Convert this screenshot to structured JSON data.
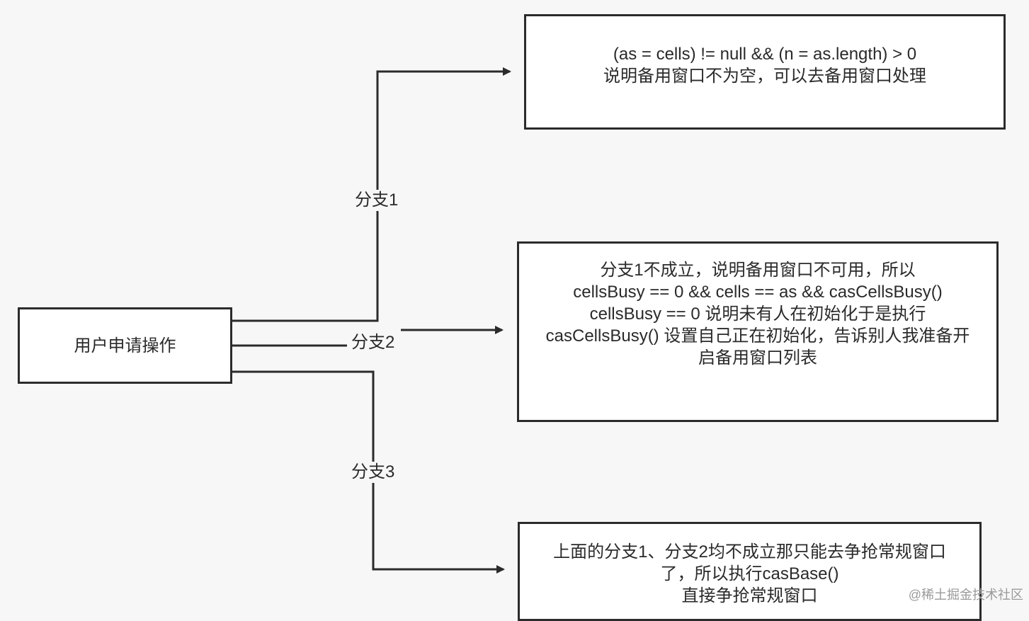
{
  "diagram": {
    "start_node": {
      "label": "用户申请操作"
    },
    "branches": [
      {
        "label": "分支1",
        "target_lines": [
          "(as = cells) != null && (n = as.length) > 0",
          "说明备用窗口不为空，可以去备用窗口处理"
        ]
      },
      {
        "label": "分支2",
        "target_lines": [
          "分支1不成立，说明备用窗口不可用，所以",
          "cellsBusy == 0 && cells == as && casCellsBusy()",
          "cellsBusy == 0 说明未有人在初始化于是执行",
          "casCellsBusy() 设置自己正在初始化，告诉别人我准备开",
          "启备用窗口列表"
        ]
      },
      {
        "label": "分支3",
        "target_lines": [
          "上面的分支1、分支2均不成立那只能去争抢常规窗口",
          "了，所以执行casBase()",
          "直接争抢常规窗口"
        ]
      }
    ]
  },
  "watermark": "@稀土掘金技术社区",
  "colors": {
    "background": "#f7f7f7",
    "stroke": "#2b2b2b",
    "node_fill": "#ffffff",
    "text": "#2a2a2a",
    "watermark": "#9a9a9a"
  }
}
